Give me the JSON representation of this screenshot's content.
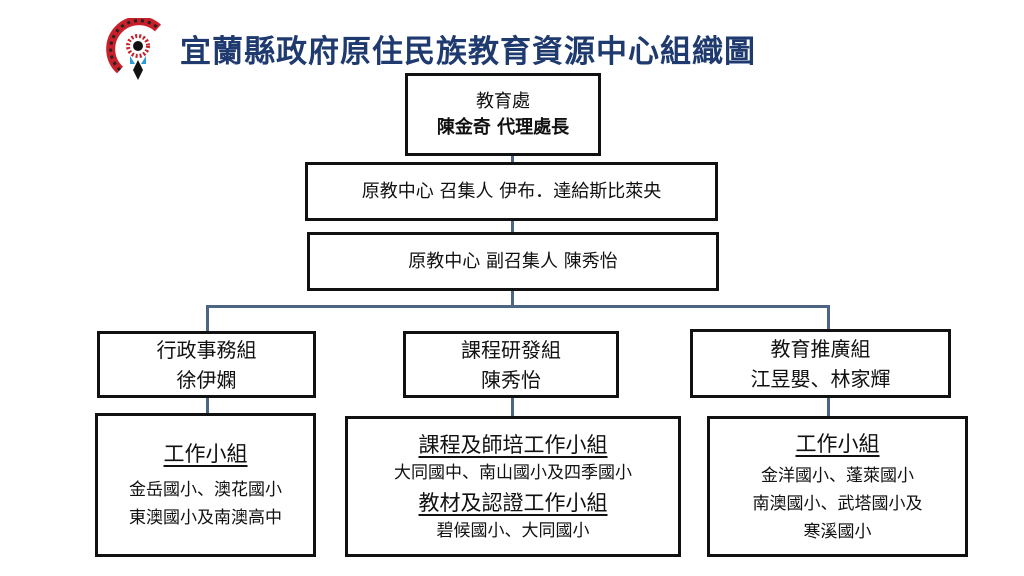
{
  "header": {
    "title": "宜蘭縣政府原住民族教育資源中心組織圖",
    "logo": "indigenous-education-center-logo"
  },
  "top": {
    "line1": "教育處",
    "line2": "陳金奇 代理處長"
  },
  "convener": "原教中心 召集人 伊布．達給斯比萊央",
  "vice_convener": "原教中心 副召集人 陳秀怡",
  "groups": [
    {
      "name": "行政事務組",
      "leader": "徐伊嫻"
    },
    {
      "name": "課程研發組",
      "leader": "陳秀怡"
    },
    {
      "name": "教育推廣組",
      "leader": "江昱嬰、林家輝"
    }
  ],
  "teams": [
    {
      "title": "工作小組",
      "lines": [
        "金岳國小、澳花國小",
        "東澳國小及南澳高中"
      ]
    },
    {
      "title1": "課程及師培工作小組",
      "line1": "大同國中、南山國小及四季國小",
      "title2": "教材及認證工作小組",
      "line2": "碧候國小、大同國小"
    },
    {
      "title": "工作小組",
      "lines": [
        "金洋國小、蓬萊國小",
        "南澳國小、武塔國小及",
        "寒溪國小"
      ]
    }
  ]
}
